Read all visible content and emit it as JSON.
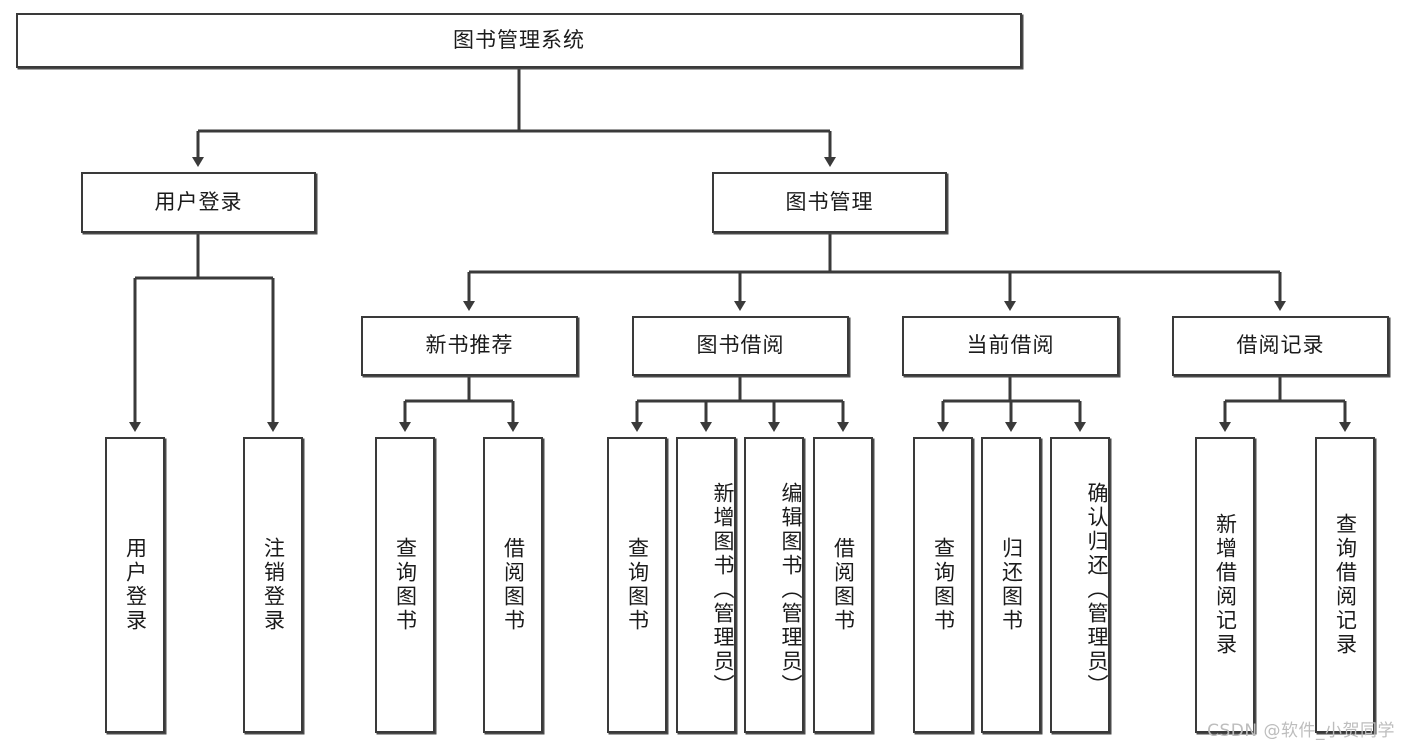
{
  "diagram": {
    "type": "tree-hierarchy-chart",
    "title_node": {
      "label": "图书管理系统"
    },
    "level2": [
      {
        "label": "用户登录"
      },
      {
        "label": "图书管理"
      }
    ],
    "level3": [
      {
        "label": "新书推荐"
      },
      {
        "label": "图书借阅"
      },
      {
        "label": "当前借阅"
      },
      {
        "label": "借阅记录"
      }
    ],
    "leaves": {
      "user_login": [
        {
          "label": "用户登录"
        },
        {
          "label": "注销登录"
        }
      ],
      "new_book_recommend": [
        {
          "label": "查询图书"
        },
        {
          "label": "借阅图书"
        }
      ],
      "book_borrow": [
        {
          "label": "查询图书"
        },
        {
          "label": "新增图书（管理员）"
        },
        {
          "label": "编辑图书（管理员）"
        },
        {
          "label": "借阅图书"
        }
      ],
      "current_borrow": [
        {
          "label": "查询图书"
        },
        {
          "label": "归还图书"
        },
        {
          "label": "确认归还（管理员）"
        }
      ],
      "borrow_record": [
        {
          "label": "新增借阅记录"
        },
        {
          "label": "查询借阅记录"
        }
      ]
    },
    "watermark": "CSDN @软件_小贺同学",
    "colors": {
      "stroke": "#3a3a3a",
      "fill": "#ffffff",
      "text": "#1b1b1b",
      "watermark": "#bdbdbd"
    }
  }
}
